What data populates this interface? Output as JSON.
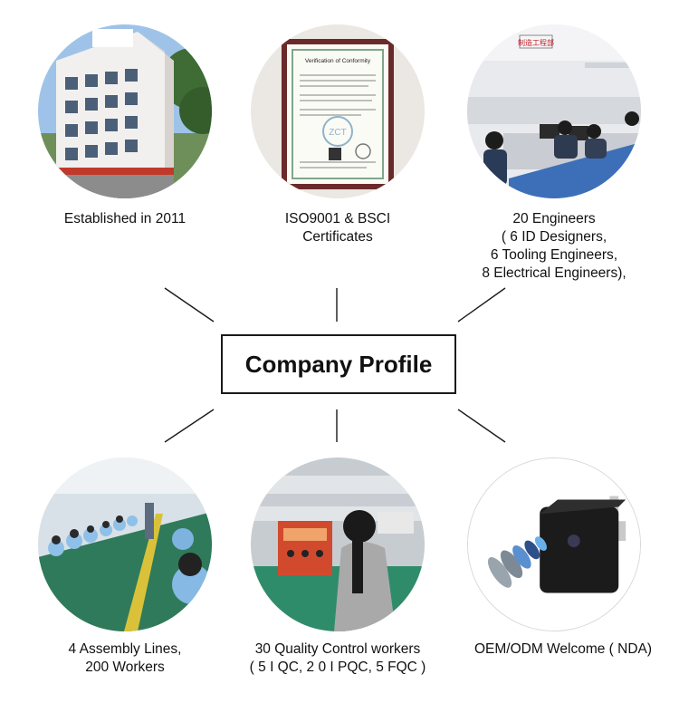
{
  "center": {
    "title": "Company Profile"
  },
  "nodes": [
    {
      "id": "established",
      "icon": "factory-building-photo",
      "lines": [
        "Established in 2011"
      ]
    },
    {
      "id": "certificates",
      "icon": "certificate-photo",
      "lines": [
        "ISO9001 & BSCI",
        "Certificates"
      ]
    },
    {
      "id": "engineers",
      "icon": "engineering-office-photo",
      "sign": "制造工程部",
      "lines": [
        "20 Engineers",
        "( 6 ID Designers,",
        "6 Tooling Engineers,",
        "8 Electrical Engineers),"
      ]
    },
    {
      "id": "assembly",
      "icon": "assembly-line-photo",
      "lines": [
        "4 Assembly Lines,",
        "200 Workers"
      ]
    },
    {
      "id": "quality",
      "icon": "quality-control-photo",
      "lines": [
        "30 Quality Control workers",
        "( 5 I QC, 2 0 I PQC, 5 FQC )"
      ]
    },
    {
      "id": "oem",
      "icon": "charger-camera-product-photo",
      "lines": [
        "OEM/ODM Welcome ( NDA)"
      ]
    }
  ],
  "certificate_text": {
    "heading": "Verification of Conformity",
    "stamp": "ZCT"
  },
  "colors": {
    "line": "#1a1a1a",
    "text": "#111111",
    "box_border": "#1a1a1a"
  }
}
